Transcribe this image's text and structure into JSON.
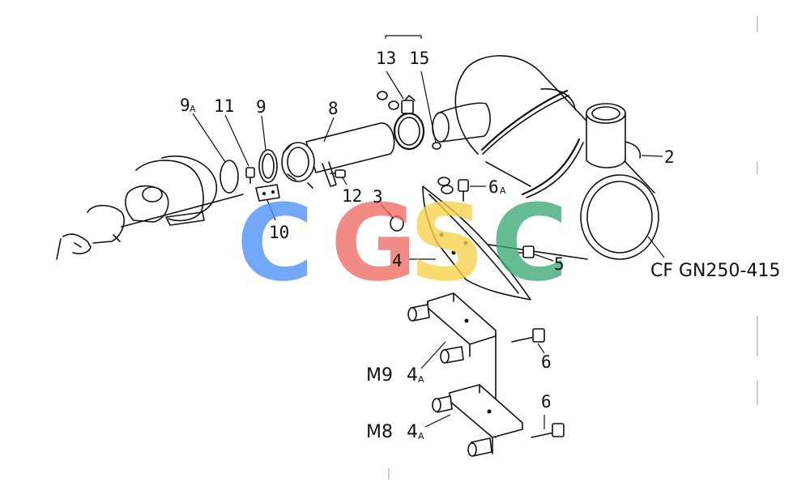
{
  "watermark": {
    "letters": [
      "C",
      "G",
      "S",
      "C"
    ],
    "colors": [
      "#4d8ff5",
      "#ef6a64",
      "#f7d24a",
      "#3aa874"
    ]
  },
  "labels": {
    "p2": "2",
    "p3": "3",
    "p4": "4",
    "p5": "5",
    "p6a": "6",
    "p6a_sub": "A",
    "p6_mid": "6",
    "p6_low": "6",
    "p8": "8",
    "p9": "9",
    "p9a": "9",
    "p9a_sub": "A",
    "p10": "10",
    "p11": "11",
    "p12": "12",
    "p13": "13",
    "p15": "15",
    "m9": "M9",
    "m9_part": "4",
    "m9_sub": "A",
    "m8": "M8",
    "m8_part": "4",
    "m8_sub": "A",
    "reference": "CF GN250-415"
  }
}
